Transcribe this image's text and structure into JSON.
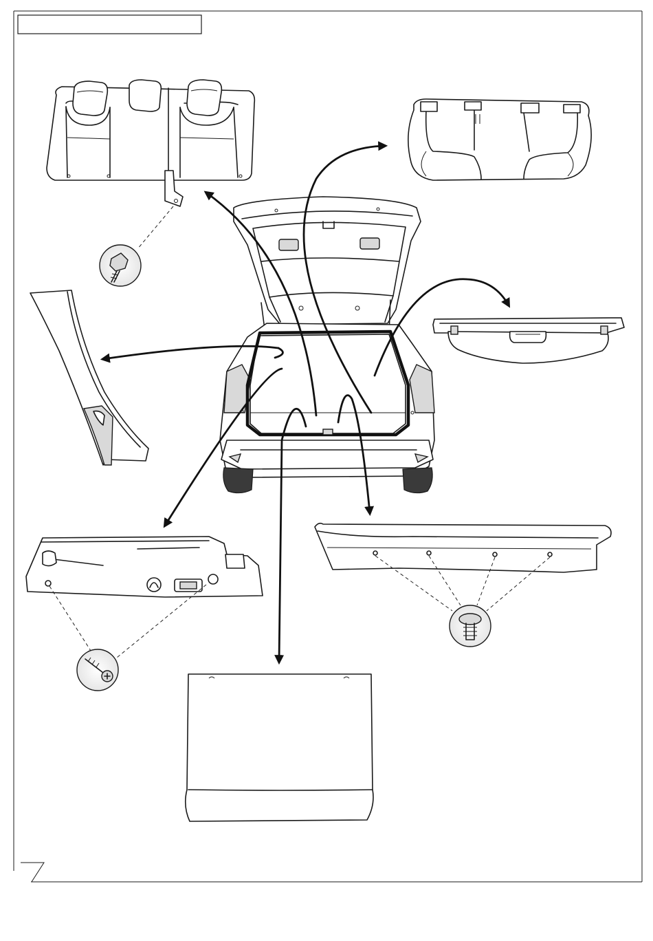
{
  "diagram": {
    "title_box_text": "",
    "components": [
      "rear-seat-backrest",
      "rear-seat-cushion",
      "backrest-bolt",
      "c-pillar-trim",
      "parcel-shelf",
      "side-trim-panel",
      "trim-screw",
      "sill-trim",
      "trim-clip",
      "boot-floor-panel",
      "tailgate-seal",
      "hatchback-vehicle"
    ]
  }
}
